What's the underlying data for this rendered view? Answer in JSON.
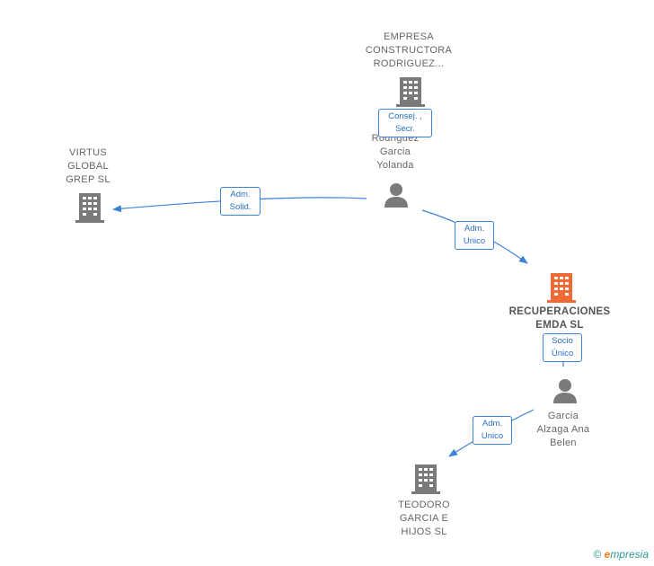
{
  "colors": {
    "node_gray": "#7a7a7a",
    "node_highlight": "#f06a35",
    "edge_line": "#3b82d6"
  },
  "nodes": {
    "empresa_constructora": {
      "lines": [
        "EMPRESA",
        "CONSTRUCTORA",
        "RODRIGUEZ..."
      ],
      "icon": "building-icon"
    },
    "rodriguez": {
      "lines": [
        "Rodriguez",
        "Garcia",
        "Yolanda"
      ],
      "icon": "person-icon"
    },
    "virtus": {
      "lines": [
        "VIRTUS",
        "GLOBAL",
        "GREP  SL"
      ],
      "icon": "building-icon"
    },
    "recuperaciones": {
      "lines": [
        "RECUPERACIONES",
        "EMDA  SL"
      ],
      "icon": "building-icon"
    },
    "garcia_alzaga": {
      "lines": [
        "Garcia",
        "Alzaga Ana",
        "Belen"
      ],
      "icon": "person-icon"
    },
    "teodoro": {
      "lines": [
        "TEODORO",
        "GARCIA E",
        "HIJOS  SL"
      ],
      "icon": "building-icon"
    }
  },
  "edges": {
    "consej_secr": [
      "Consej. ,",
      "Secr."
    ],
    "adm_solid": [
      "Adm.",
      "Solid."
    ],
    "adm_unico_1": [
      "Adm.",
      "Unico"
    ],
    "socio_unico": [
      "Socio",
      "Único"
    ],
    "adm_unico_2": [
      "Adm.",
      "Unico"
    ]
  },
  "brand": {
    "copyright": "©",
    "first_letter": "e",
    "rest": "mpresia"
  }
}
